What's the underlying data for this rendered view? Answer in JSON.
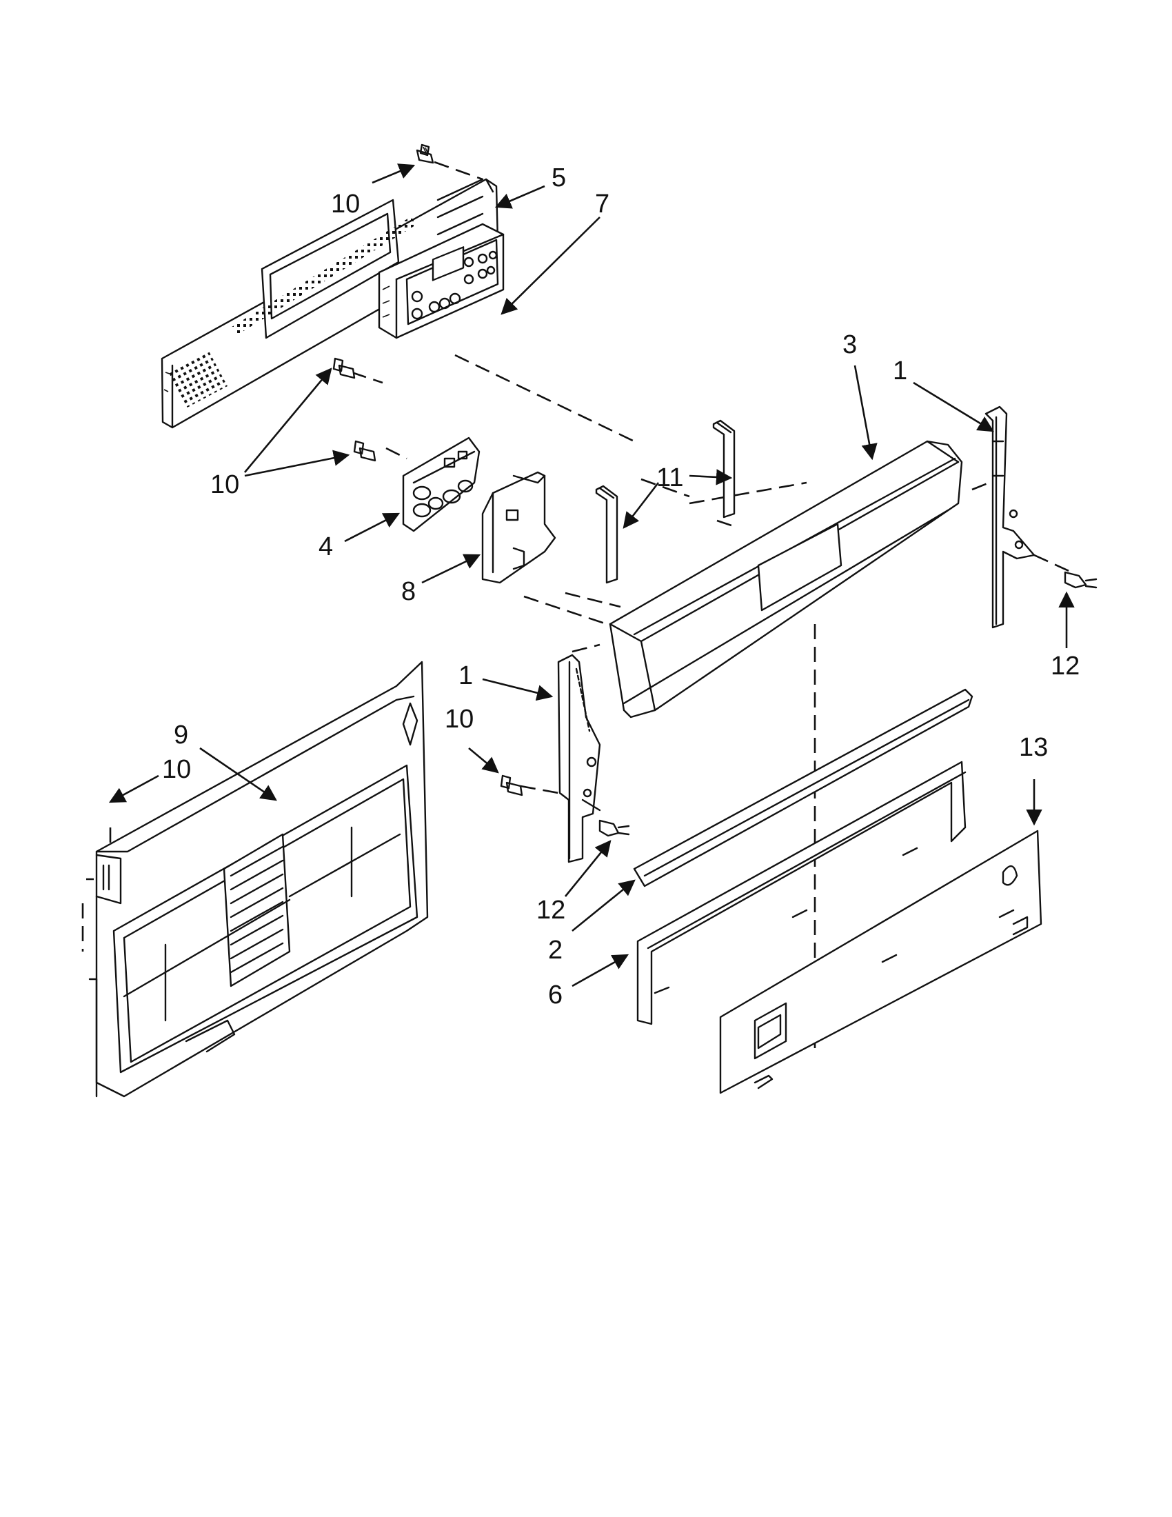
{
  "diagram": {
    "callouts": [
      {
        "id": "c-10-top",
        "label": "10",
        "part": "screw"
      },
      {
        "id": "c-5",
        "label": "5",
        "part": "rear-panel"
      },
      {
        "id": "c-7",
        "label": "7",
        "part": "electronic-control"
      },
      {
        "id": "c-3",
        "label": "3",
        "part": "control-panel-console"
      },
      {
        "id": "c-1-right",
        "label": "1",
        "part": "end-cap-right"
      },
      {
        "id": "c-11",
        "label": "11",
        "part": "brackets"
      },
      {
        "id": "c-10-mid",
        "label": "10",
        "part": "screws"
      },
      {
        "id": "c-4",
        "label": "4",
        "part": "board"
      },
      {
        "id": "c-8",
        "label": "8",
        "part": "shield"
      },
      {
        "id": "c-12-right",
        "label": "12",
        "part": "wire-connector"
      },
      {
        "id": "c-1-left",
        "label": "1",
        "part": "end-cap-left"
      },
      {
        "id": "c-9",
        "label": "9",
        "part": "back-panel"
      },
      {
        "id": "c-10-left",
        "label": "10",
        "part": "screw"
      },
      {
        "id": "c-10-low",
        "label": "10",
        "part": "screw"
      },
      {
        "id": "c-13",
        "label": "13",
        "part": "cover"
      },
      {
        "id": "c-12-left",
        "label": "12",
        "part": "wire-connector"
      },
      {
        "id": "c-2",
        "label": "2",
        "part": "trim"
      },
      {
        "id": "c-6",
        "label": "6",
        "part": "manifold-bracket"
      }
    ]
  }
}
